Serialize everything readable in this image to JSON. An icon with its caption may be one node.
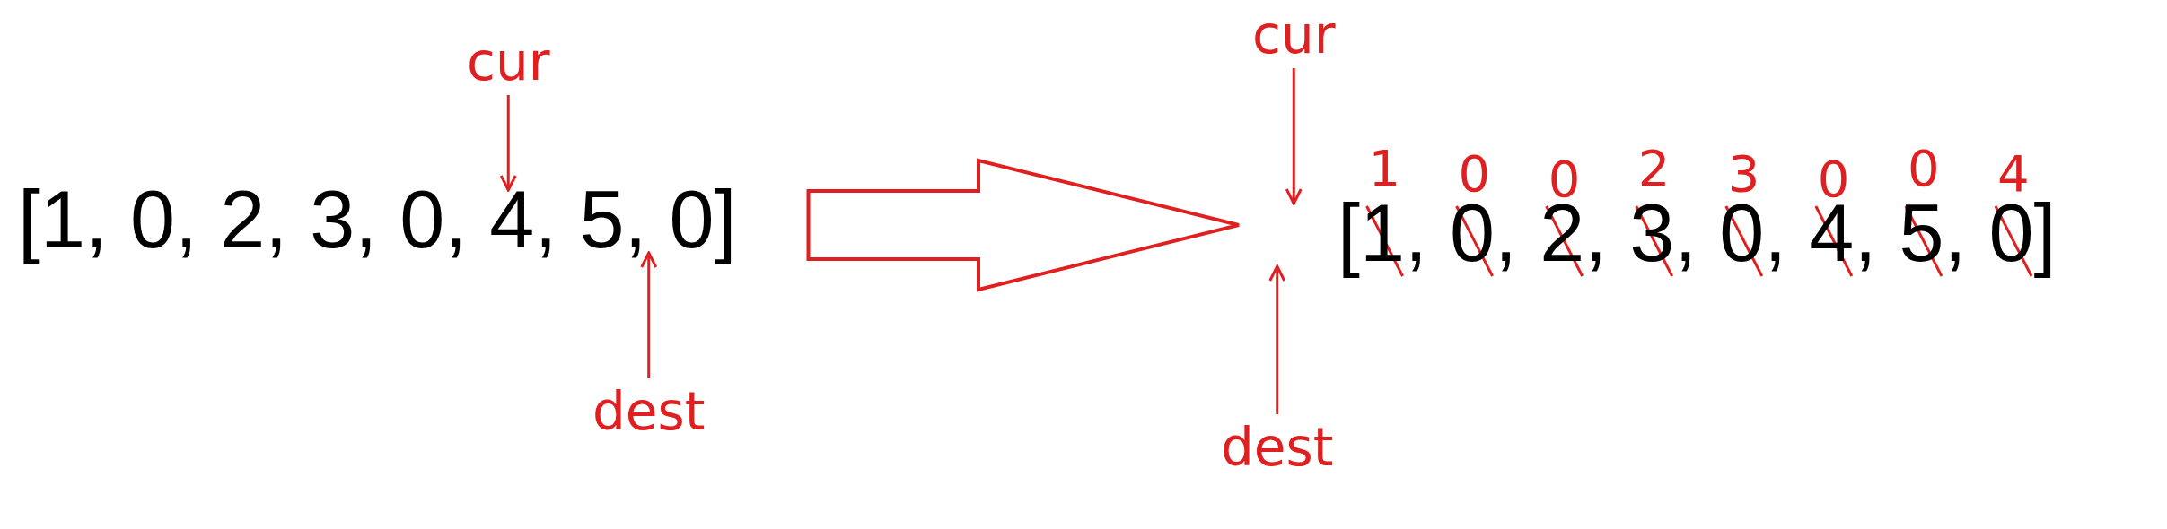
{
  "diagram": {
    "nodes": [
      {
        "text": [
          "[1, 0, 2, 3, 0, 4, 5, 0]"
        ]
      },
      {
        "text": [
          "cur"
        ]
      },
      {
        "text": [
          "dest"
        ]
      },
      {
        "text": [
          "[1, 0, 2, 3, 0, 4, 5, 0]"
        ]
      },
      {
        "text": [
          "cur"
        ]
      },
      {
        "text": [
          "dest"
        ]
      }
    ],
    "edges": [
      {
        "from": 1,
        "to": 0,
        "arrow": "to"
      },
      {
        "from": 2,
        "to": 0,
        "arrow": "to"
      },
      {
        "from": 0,
        "to": 3,
        "arrow": "to",
        "style": "thick"
      },
      {
        "from": 4,
        "to": 3,
        "arrow": "to"
      },
      {
        "from": 5,
        "to": 3,
        "arrow": "to"
      }
    ],
    "labels": [
      "1",
      "0",
      "0",
      "2",
      "3",
      "0",
      "0",
      "4"
    ]
  }
}
